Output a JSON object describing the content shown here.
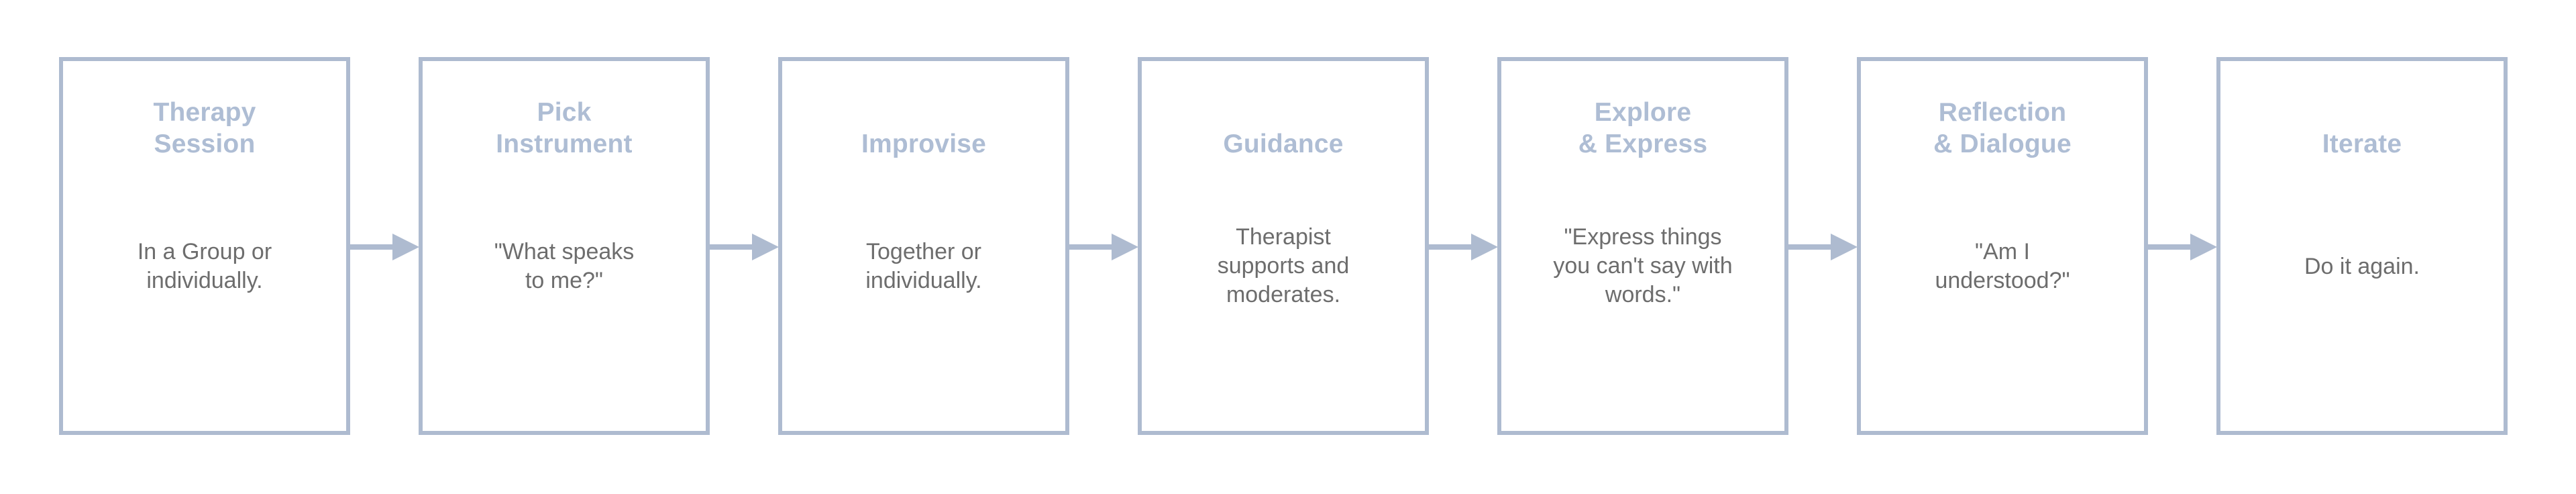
{
  "diagram": {
    "type": "process-flow",
    "orientation": "horizontal",
    "background_color": "#ffffff",
    "box_border_color": "#aebbd0",
    "title_color": "#aebdd4",
    "body_color": "#6d6d6d",
    "arrow_color": "#aebbd0",
    "step_count": 7,
    "arrow_count": 6,
    "steps": [
      {
        "index": 1,
        "title": "Therapy\nSession",
        "title_line_count": 2,
        "body": "In a Group or\nindividually.",
        "body_line_count": 2
      },
      {
        "index": 2,
        "title": "Pick\nInstrument",
        "title_line_count": 2,
        "body": "\"What speaks\nto me?\"",
        "body_line_count": 2
      },
      {
        "index": 3,
        "title": "Improvise",
        "title_line_count": 1,
        "body": "Together or\nindividually.",
        "body_line_count": 2
      },
      {
        "index": 4,
        "title": "Guidance",
        "title_line_count": 1,
        "body": "Therapist\nsupports and\nmoderates.",
        "body_line_count": 3
      },
      {
        "index": 5,
        "title": "Explore\n& Express",
        "title_line_count": 2,
        "body": "\"Express things\nyou can't say with\nwords.\"",
        "body_line_count": 3
      },
      {
        "index": 6,
        "title": "Reflection\n& Dialogue",
        "title_line_count": 2,
        "body": "\"Am I\nunderstood?\"",
        "body_line_count": 2
      },
      {
        "index": 7,
        "title": "Iterate",
        "title_line_count": 1,
        "body": "Do it again.",
        "body_line_count": 1
      }
    ],
    "arrows": [
      {
        "index": 1,
        "icon": "arrow-right-icon",
        "from": "Therapy Session",
        "to": "Pick Instrument"
      },
      {
        "index": 2,
        "icon": "arrow-right-icon",
        "from": "Pick Instrument",
        "to": "Improvise"
      },
      {
        "index": 3,
        "icon": "arrow-right-icon",
        "from": "Improvise",
        "to": "Guidance"
      },
      {
        "index": 4,
        "icon": "arrow-right-icon",
        "from": "Guidance",
        "to": "Explore & Express"
      },
      {
        "index": 5,
        "icon": "arrow-right-icon",
        "from": "Explore & Express",
        "to": "Reflection & Dialogue"
      },
      {
        "index": 6,
        "icon": "arrow-right-icon",
        "from": "Reflection & Dialogue",
        "to": "Iterate"
      }
    ]
  }
}
